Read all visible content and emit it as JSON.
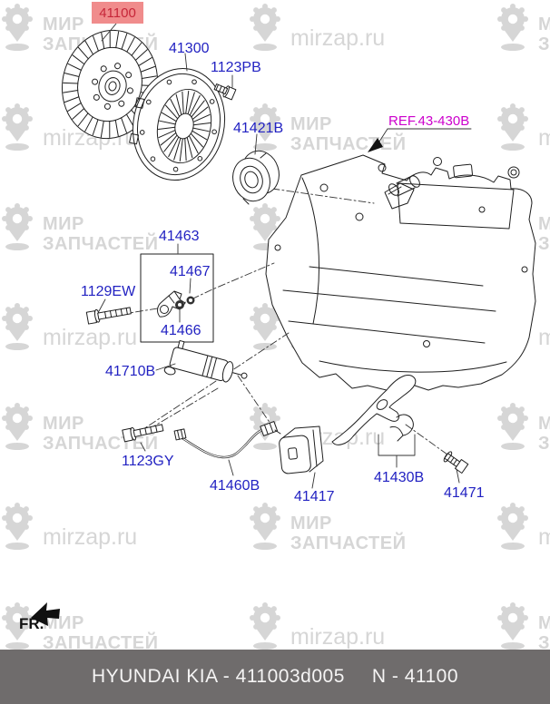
{
  "watermark": {
    "brand_top": "МИР",
    "brand_bottom": "ЗАПЧАСТЕЙ",
    "site": "mirzap.ru",
    "color": "#D6D6D6"
  },
  "diagram": {
    "highlight": {
      "text": "41100",
      "bg": "#F08C8C",
      "fg": "#C62639"
    },
    "ref": {
      "text": "REF.43-430B",
      "color": "#CC00CC"
    },
    "label_color": "#2222C2",
    "labels": {
      "p41300": "41300",
      "p1123PB": "1123PB",
      "p41421B": "41421B",
      "p41463": "41463",
      "p41467": "41467",
      "p1129EW": "1129EW",
      "p41466": "41466",
      "p41710B": "41710B",
      "p1123GY": "1123GY",
      "p41460B": "41460B",
      "p41417": "41417",
      "p41430B": "41430B",
      "p41471": "41471"
    },
    "direction": {
      "text": "FR."
    }
  },
  "footer": {
    "left_text": "HYUNDAI KIA - 411003d005",
    "right_text": "N - 41100",
    "bg": "#6F6C6C",
    "fg": "#F5F4F4"
  }
}
